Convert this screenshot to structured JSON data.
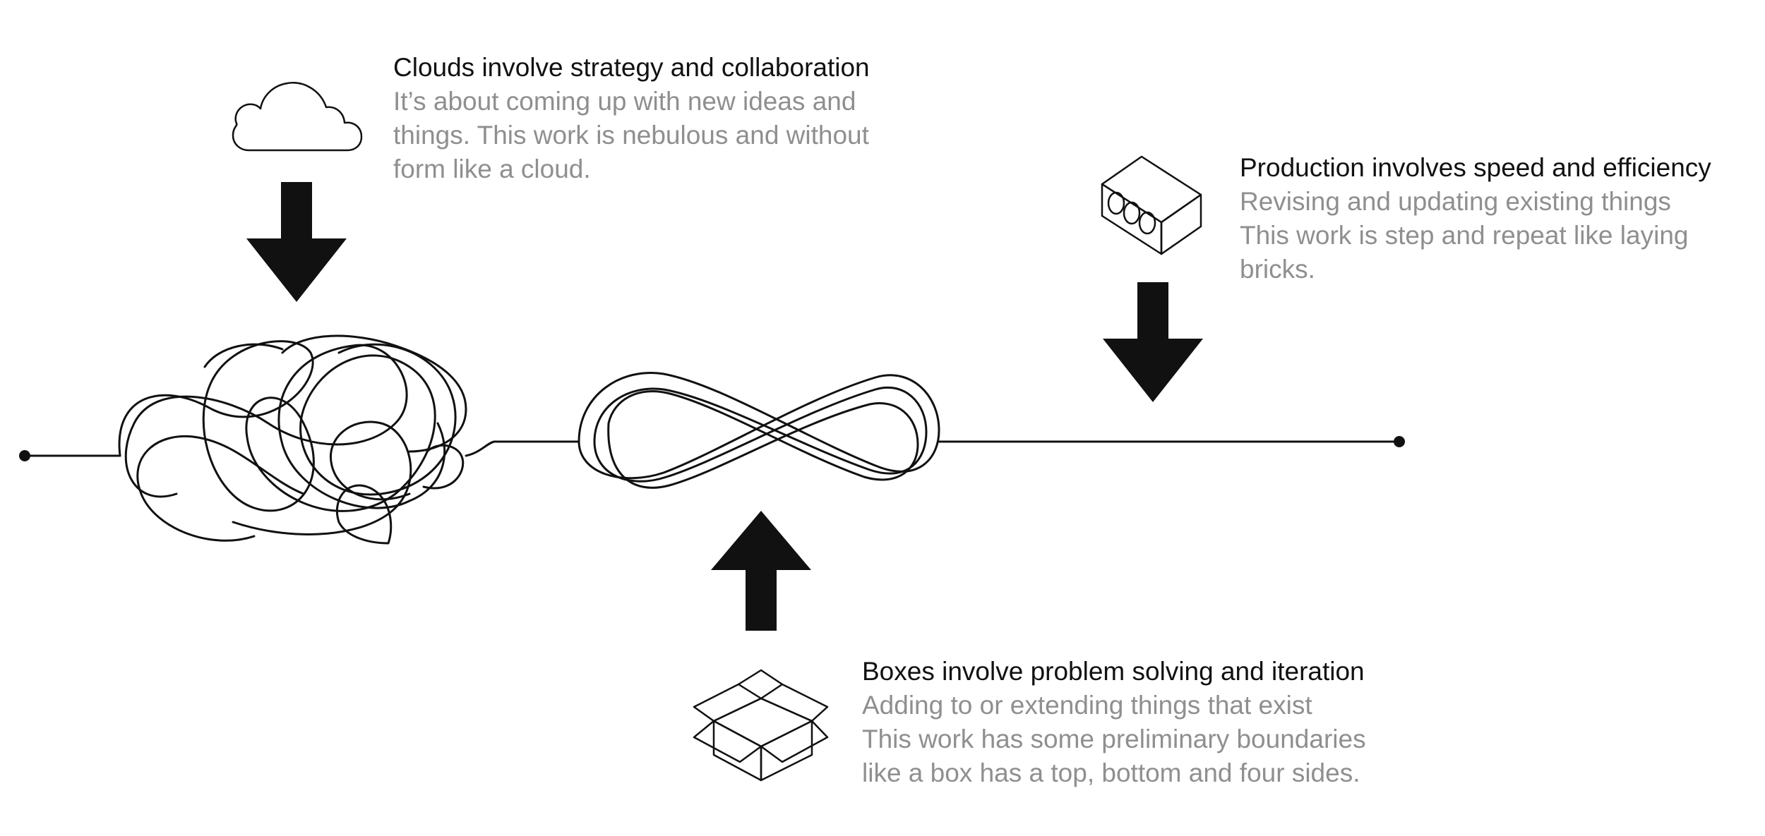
{
  "clouds": {
    "heading": "Clouds involve strategy and collaboration",
    "lines": [
      "It’s about coming up with new ideas and",
      "things. This work is nebulous and without",
      "form like a cloud."
    ]
  },
  "production": {
    "heading": "Production involves speed and efficiency",
    "lines": [
      "Revising and updating existing things",
      "This work is step and repeat like laying",
      "bricks."
    ]
  },
  "boxes": {
    "heading": "Boxes involve problem solving and iteration",
    "lines": [
      "Adding to or extending things that exist",
      "This work has some preliminary boundaries",
      "like a box has a top, bottom and four sides."
    ]
  },
  "icons": [
    "cloud-icon",
    "brick-icon",
    "box-icon",
    "arrow-down-icon",
    "arrow-up-icon"
  ],
  "colors": {
    "ink": "#111111",
    "muted": "#8f8f8f",
    "background": "#ffffff"
  }
}
